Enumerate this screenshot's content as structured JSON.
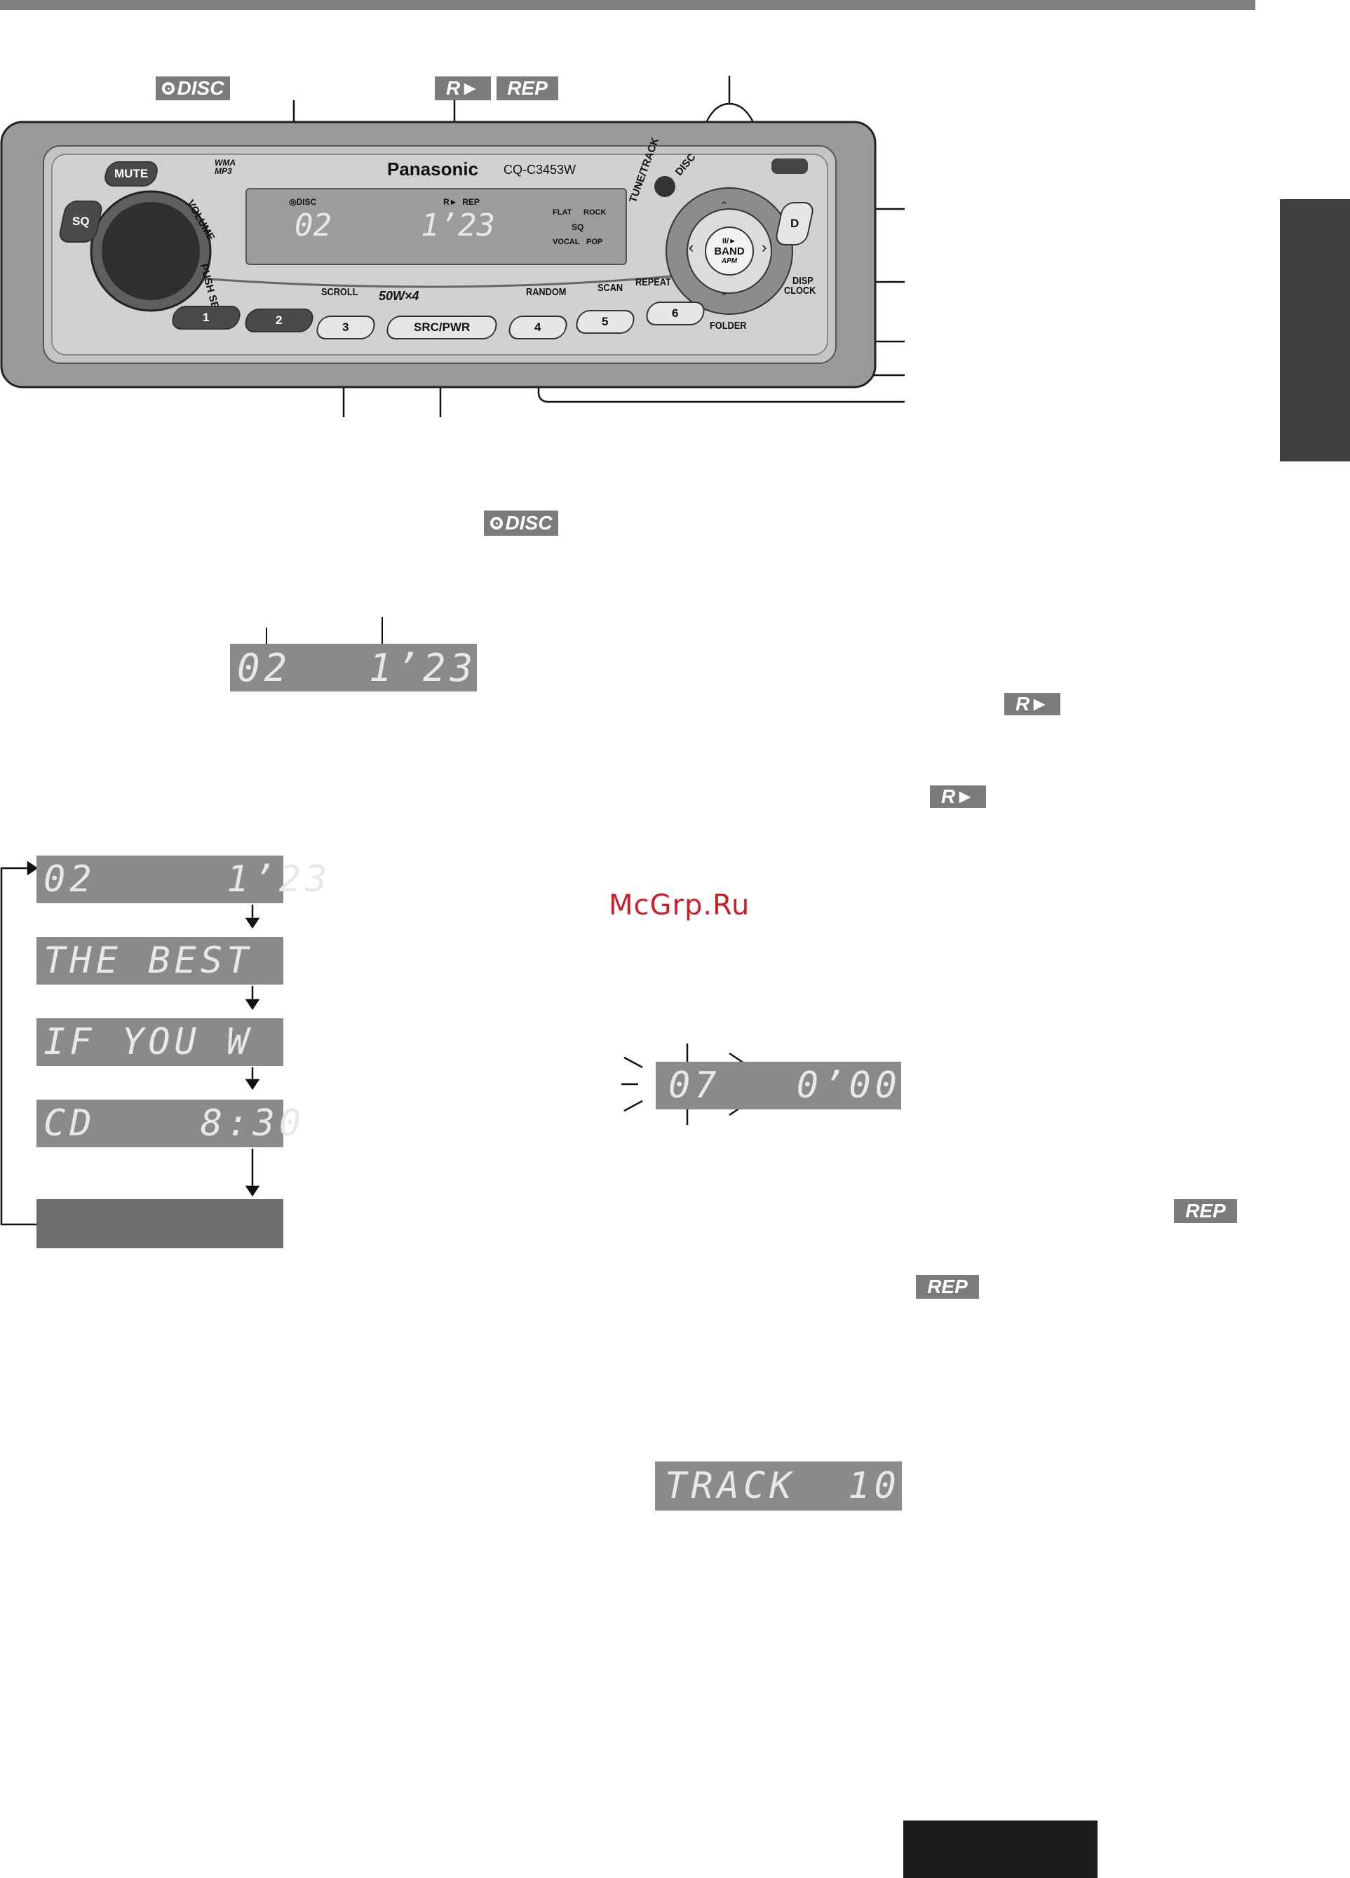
{
  "badges": {
    "disc": "DISC",
    "random": "R►",
    "repeat": "REP"
  },
  "device": {
    "brand": "Panasonic",
    "model": "CQ-C3453W",
    "format_logo": "WMA\nMP3",
    "power_label": "50W×4",
    "display_disc": "◎DISC",
    "display_rrep": "R►  REP",
    "display_track": "02",
    "display_time": "1’23",
    "sq_modes": [
      "FLAT",
      "ROCK",
      "SQ",
      "VOCAL",
      "POP"
    ],
    "volume_label": "VOLUME",
    "push_sel_label": "PUSH SEL",
    "mute_label": "MUTE",
    "sq_label": "SQ",
    "scroll_label": "SCROLL",
    "random_label": "RANDOM",
    "scan_label": "SCAN",
    "repeat_label": "REPEAT",
    "folder_label": "FOLDER",
    "tune_track_label": "TUNE/TRACK",
    "disc_label": "DISC",
    "disp_label": "DISP",
    "clock_label": "CLOCK",
    "src_pwr_label": "SRC/PWR",
    "band_label": "BAND",
    "apm_label": "APM",
    "play_pause_label": "II/►",
    "d_label": "D",
    "preset_buttons": [
      "1",
      "2",
      "3",
      "4",
      "5",
      "6"
    ]
  },
  "display_example": {
    "track": "02",
    "time": "1’23"
  },
  "display_cycle": [
    "02     1’23",
    "THE BEST",
    "IF YOU W",
    "CD    8:30",
    ""
  ],
  "direct_select_display": {
    "track": "07",
    "time": "0’00"
  },
  "track_display": "TRACK  10",
  "watermark": "McGrp.Ru"
}
